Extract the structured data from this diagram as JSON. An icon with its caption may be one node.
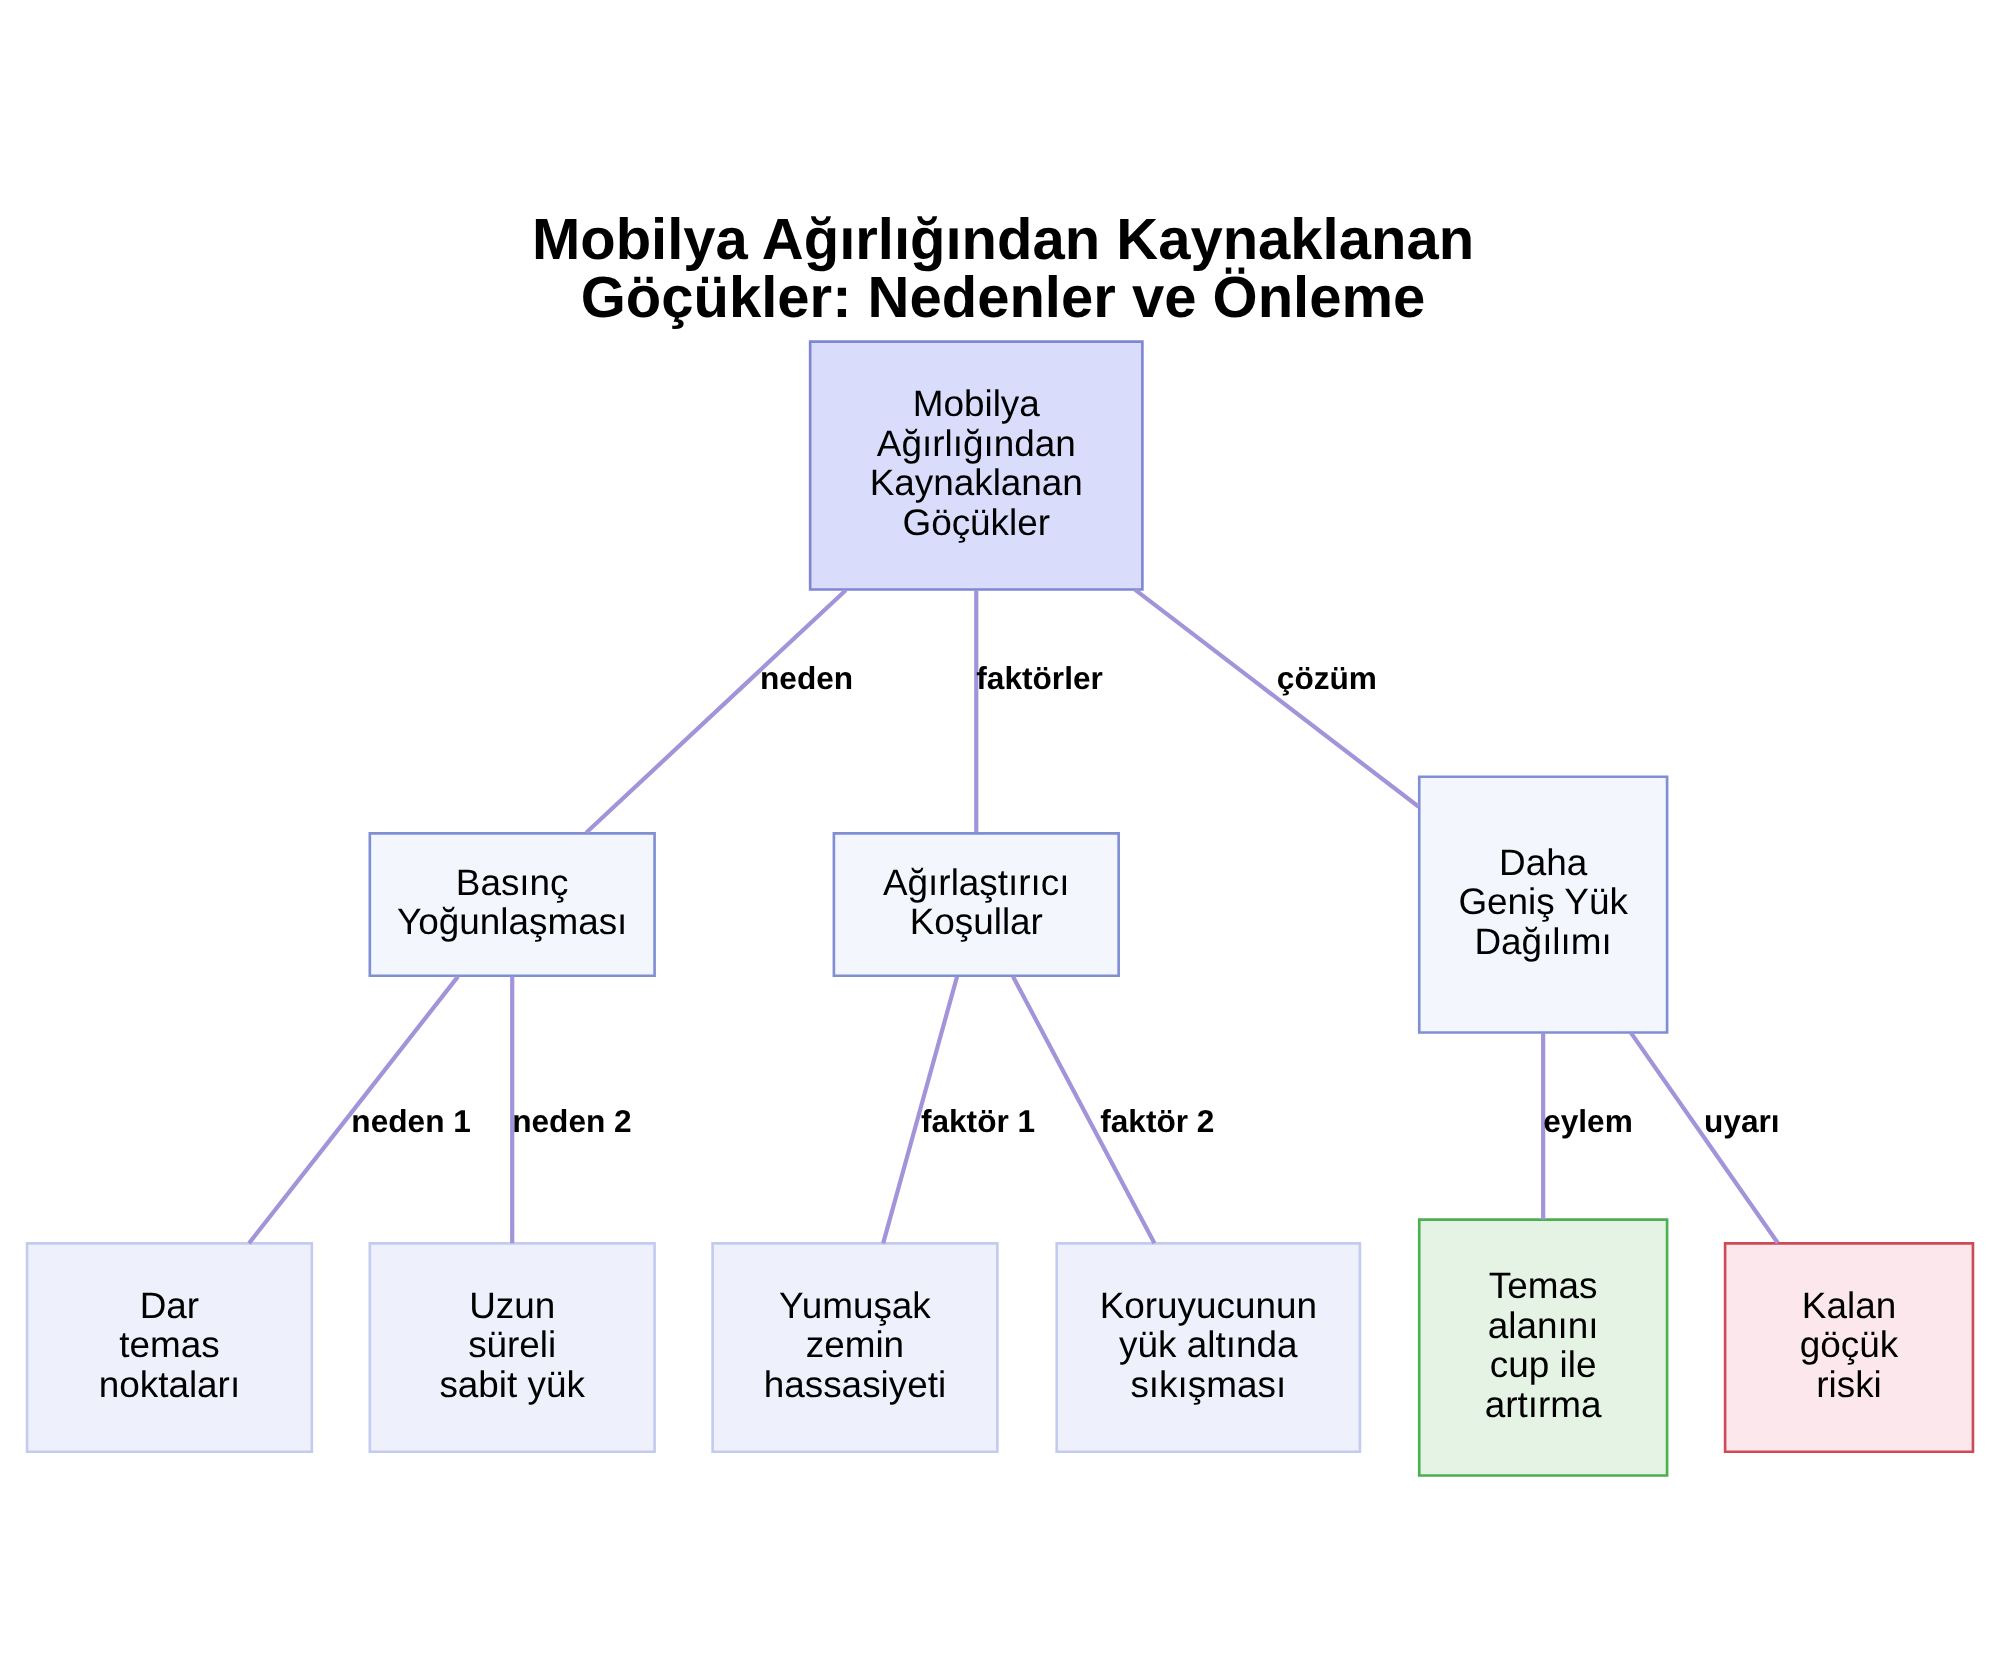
{
  "diagram": {
    "title": "Mobilya Ağırlığından Kaynaklanan Göçükler: Nedenler ve Önleme",
    "nodes": [
      {
        "text": [
          "Mobilya Ağırlığından Kaynaklanan Göçükler"
        ]
      },
      {
        "text": [
          "Basınç Yoğunlaşması"
        ]
      },
      {
        "text": [
          "Ağırlaştırıcı Koşullar"
        ]
      },
      {
        "text": [
          "Daha Geniş Yük Dağılımı"
        ]
      },
      {
        "text": [
          "Dar temas noktaları"
        ]
      },
      {
        "text": [
          "Uzun süreli sabit yük"
        ]
      },
      {
        "text": [
          "Yumuşak zemin hassasiyeti"
        ]
      },
      {
        "text": [
          "Koruyucunun yük altında sıkışması"
        ]
      },
      {
        "text": [
          "Temas alanını cup ile artırma"
        ]
      },
      {
        "text": [
          "Kalan göçük riski"
        ]
      }
    ],
    "edges": [
      {
        "from": 0,
        "to": 1,
        "arrow": "none",
        "label": "neden"
      },
      {
        "from": 0,
        "to": 2,
        "arrow": "none",
        "label": "faktörler"
      },
      {
        "from": 0,
        "to": 3,
        "arrow": "none",
        "label": "çözüm"
      },
      {
        "from": 1,
        "to": 4,
        "arrow": "none",
        "label": "neden 1"
      },
      {
        "from": 1,
        "to": 5,
        "arrow": "none",
        "label": "neden 2"
      },
      {
        "from": 2,
        "to": 6,
        "arrow": "none",
        "label": "faktör 1"
      },
      {
        "from": 2,
        "to": 7,
        "arrow": "none",
        "label": "faktör 2"
      },
      {
        "from": 3,
        "to": 8,
        "arrow": "none",
        "label": "eylem"
      },
      {
        "from": 3,
        "to": 9,
        "arrow": "none",
        "label": "uyarı"
      }
    ]
  }
}
